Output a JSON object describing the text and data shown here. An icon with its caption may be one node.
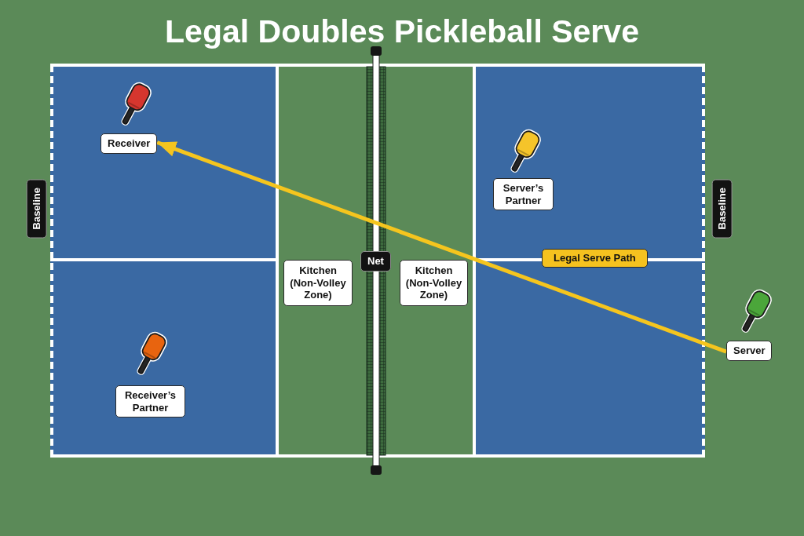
{
  "diagram": {
    "title": "Legal Doubles Pickleball Serve",
    "nodes": [
      {
        "text": [
          "Receiver"
        ]
      },
      {
        "text": [
          "Server’s Partner"
        ]
      },
      {
        "text": [
          "Baseline"
        ]
      },
      {
        "text": [
          "Baseline"
        ]
      },
      {
        "text": [
          "Kitchen (Non-Volley Zone)"
        ]
      },
      {
        "text": [
          "Net"
        ]
      },
      {
        "text": [
          "Kitchen (Non-Volley Zone)"
        ]
      },
      {
        "text": [
          "Legal Serve Path"
        ]
      },
      {
        "text": [
          "Server"
        ]
      },
      {
        "text": [
          "Receiver’s Partner"
        ]
      }
    ],
    "edges": [
      {
        "from": 8,
        "to": 0,
        "arrow": "to"
      }
    ]
  }
}
